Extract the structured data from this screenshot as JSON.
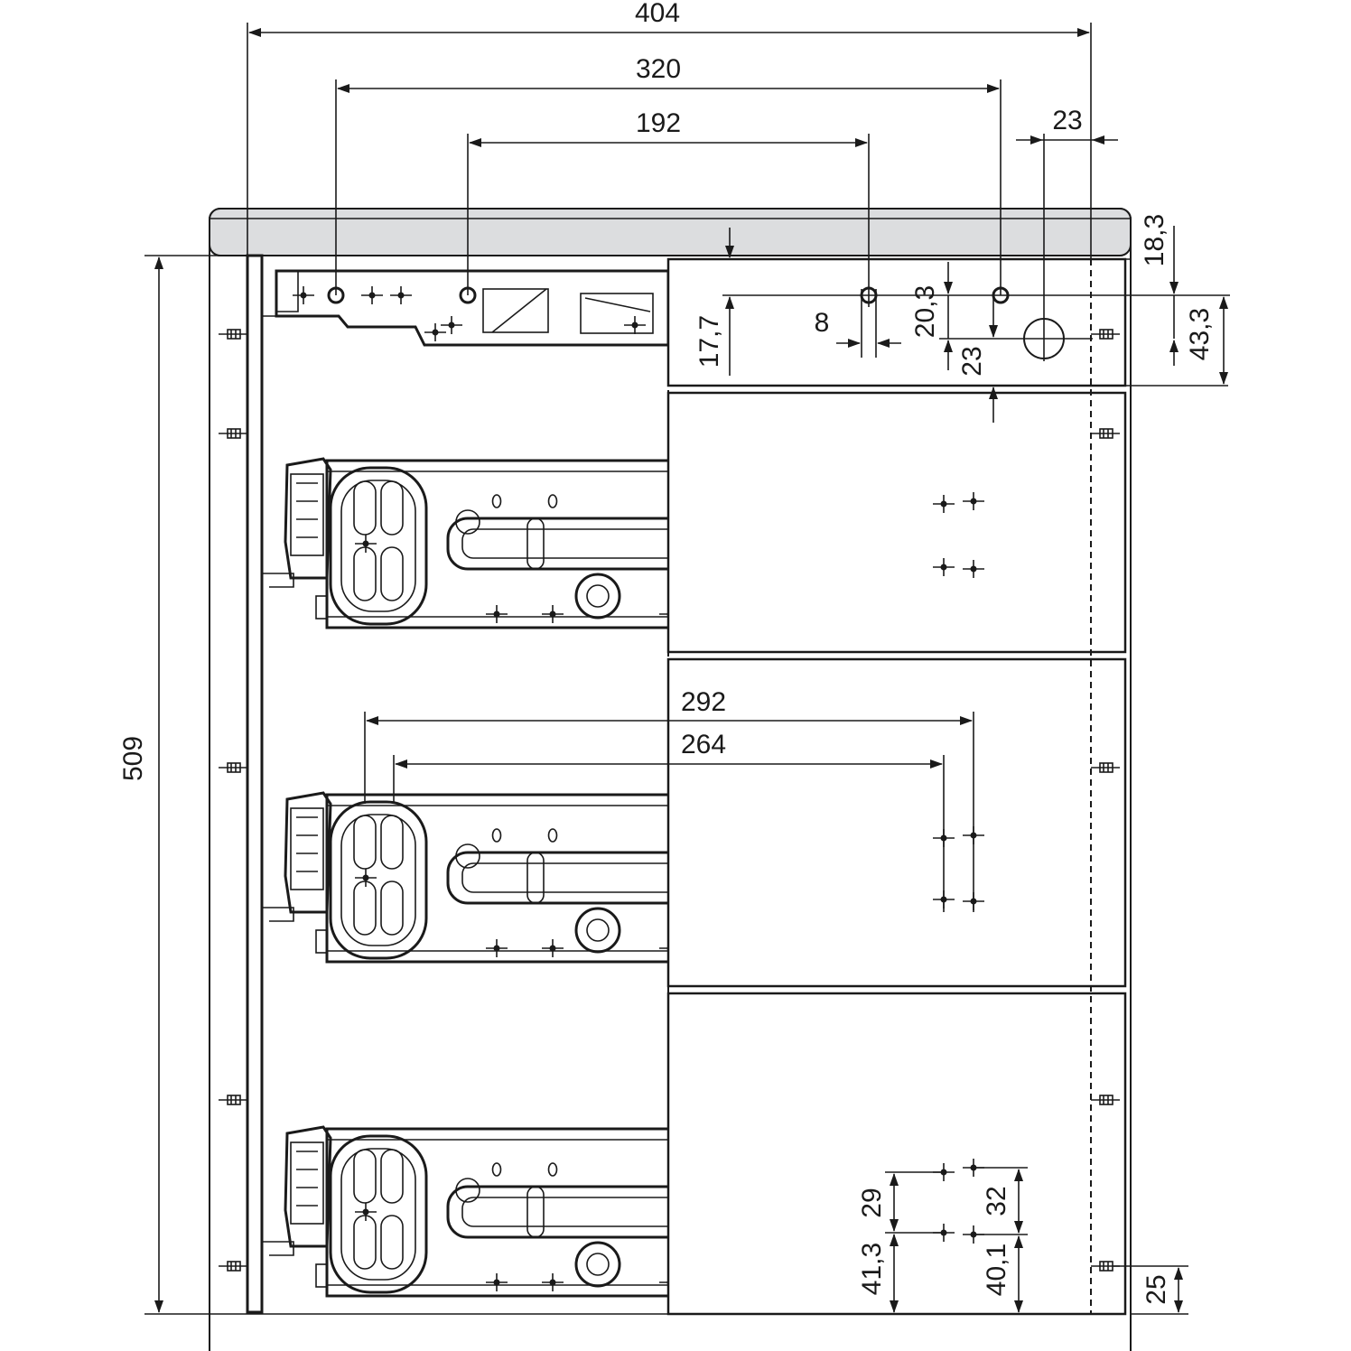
{
  "drawing": {
    "colors": {
      "line": "#1a1a1a",
      "worktop": "#dcdddf",
      "background": "#ffffff"
    },
    "dimensions": {
      "overall_width": "404",
      "width_320": "320",
      "width_192": "192",
      "offset_23_top": "23",
      "overall_height": "509",
      "top_18_3": "18,3",
      "right_43_3": "43,3",
      "left_17_7": "17,7",
      "gap_8": "8",
      "vert_20_3": "20,3",
      "vert_23": "23",
      "width_292": "292",
      "width_264": "264",
      "spacing_29": "29",
      "spacing_32": "32",
      "bottom_41_3": "41,3",
      "bottom_40_1": "40,1",
      "bottom_25": "25"
    }
  }
}
